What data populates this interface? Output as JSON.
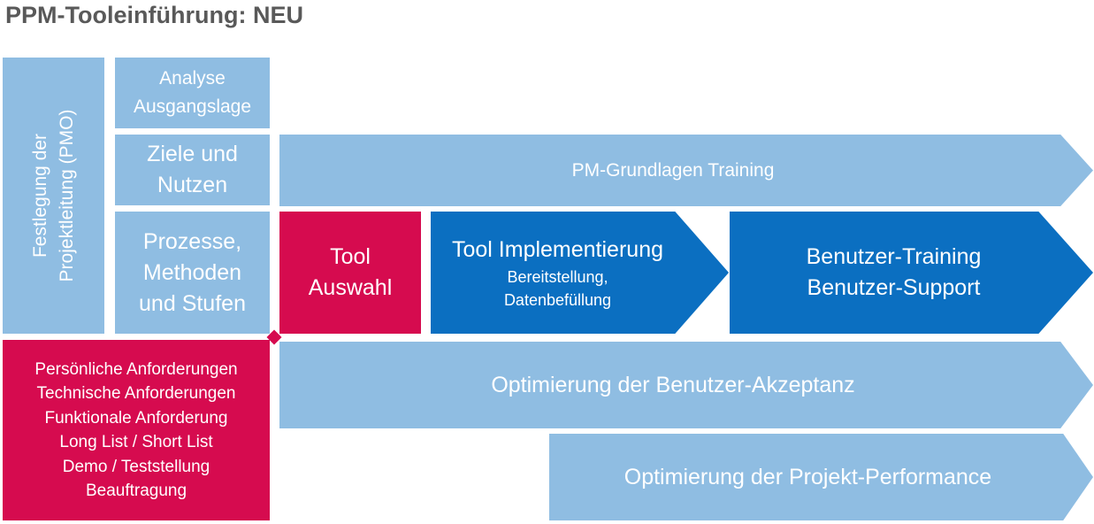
{
  "title": "PPM-Tooleinführung: NEU",
  "colors": {
    "light_blue": "#8fbde2",
    "dark_blue": "#0b6fc1",
    "red": "#d60b4f",
    "title_gray": "#595959"
  },
  "pmo": {
    "line1": "Festlegung der",
    "line2": "Projektleitung (PMO)"
  },
  "analyse": {
    "line1": "Analyse",
    "line2": "Ausgangslage"
  },
  "ziele": {
    "line1": "Ziele und",
    "line2": "Nutzen"
  },
  "prozesse": {
    "line1": "Prozesse,",
    "line2": "Methoden",
    "line3": "und Stufen"
  },
  "pm_training": "PM-Grundlagen Training",
  "tool_auswahl": {
    "line1": "Tool",
    "line2": "Auswahl"
  },
  "tool_impl": {
    "title": "Tool Implementierung",
    "sub1": "Bereitstellung,",
    "sub2": "Datenbefüllung"
  },
  "benutzer": {
    "line1": "Benutzer-Training",
    "line2": "Benutzer-Support"
  },
  "requirements": [
    "Persönliche Anforderungen",
    "Technische Anforderungen",
    "Funktionale Anforderung",
    "Long List / Short List",
    "Demo / Teststellung",
    "Beauftragung"
  ],
  "akzeptanz": "Optimierung der Benutzer-Akzeptanz",
  "performance": "Optimierung der Projekt-Performance"
}
